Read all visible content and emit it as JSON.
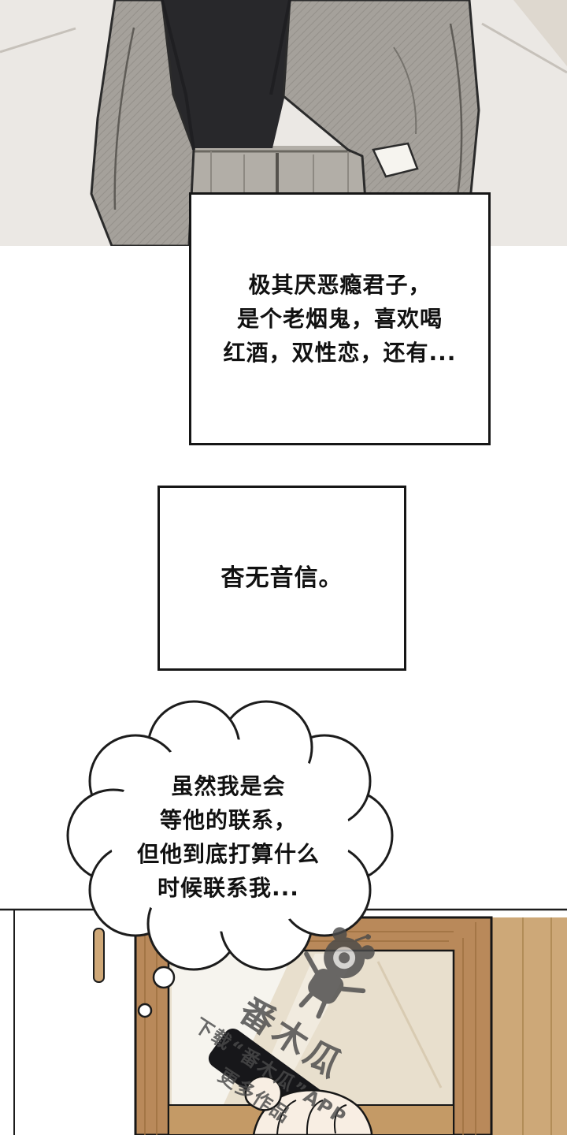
{
  "narration_box_1": {
    "lines": [
      "极其厌恶瘾君子，",
      "是个老烟鬼，喜欢喝",
      "红酒，双性恋，还有..."
    ]
  },
  "narration_box_2": {
    "line": "杳无音信。"
  },
  "thought_bubble": {
    "lines": [
      "虽然我是会",
      "等他的联系，",
      "但他到底打算什么",
      "时候联系我..."
    ]
  },
  "watermark": {
    "logo_text": "番木瓜",
    "slogan_line1": "下载“番木瓜”APP",
    "slogan_line2": "更多作品"
  },
  "colors": {
    "wall": "#ebe8e4",
    "suit": "#a5a19b",
    "shirt": "#28282b",
    "ink": "#161616",
    "wood_door": "#b9895a",
    "wood_light": "#cda878",
    "panel": "#e8dfcd",
    "skin": "#f8eee3",
    "watermark": "#4a4a4a"
  }
}
